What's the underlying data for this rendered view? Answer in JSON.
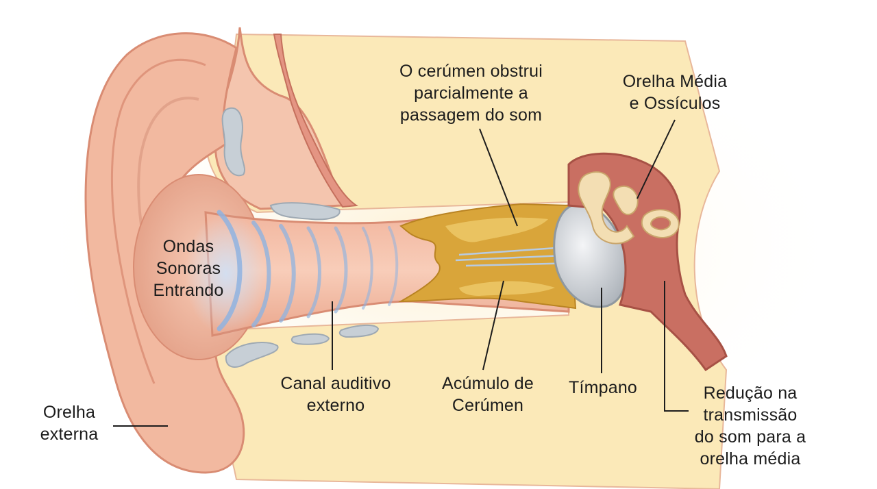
{
  "labels": {
    "sound_waves": [
      "Ondas",
      "Sonoras",
      "Entrando"
    ],
    "wax_obstructs": [
      "O cerúmen obstrui",
      "parcialmente a",
      "passagem do som"
    ],
    "middle_ear": [
      "Orelha Média",
      "e Ossículos"
    ],
    "outer_ear": [
      "Orelha",
      "externa"
    ],
    "ear_canal": [
      "Canal auditivo",
      "externo"
    ],
    "wax_buildup": [
      "Acúmulo de",
      "Cerúmen"
    ],
    "eardrum": [
      "Tímpano"
    ],
    "transmission_reduction": [
      "Redução na",
      "transmissão",
      "do som para a",
      "orelha média"
    ]
  },
  "colors": {
    "skin": "#f2b9a0",
    "skin_dark": "#d98c73",
    "cartilage": "#fbe9b8",
    "canal": "#f6c4ae",
    "wax": "#d9a53a",
    "wax_light": "#ecc868",
    "eardrum": "#cfd3d8",
    "middle_ear": "#c96f62",
    "ossicles": "#f3deb3",
    "bone_patch": "#c7cfd6",
    "wave": "#8fb3e0",
    "leader": "#1c1c1c"
  }
}
